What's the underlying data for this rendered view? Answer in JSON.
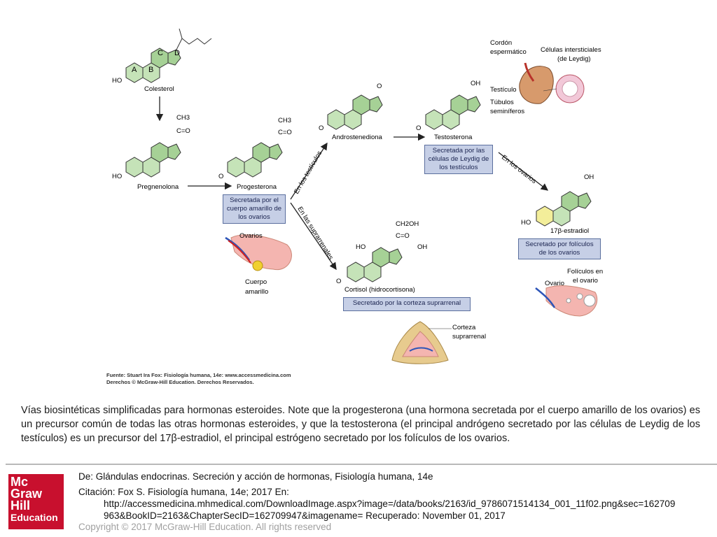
{
  "diagram": {
    "molecules": {
      "colesterol": "Colesterol",
      "pregnenolona": "Pregnenolona",
      "progesterona": "Progesterona",
      "androstenediona": "Androstenediona",
      "testosterona": "Testosterona",
      "estradiol": "17β-estradiol",
      "cortisol": "Cortisol (hidrocortisona)"
    },
    "ring_letters": [
      "A",
      "B",
      "C",
      "D"
    ],
    "atoms": {
      "ho": "HO",
      "oh": "OH",
      "o": "O",
      "ch3": "CH3",
      "c_o": "C=O",
      "ch2oh": "CH2OH"
    },
    "boxes": {
      "progesterona": "Secretada por el cuerpo amarillo de los ovarios",
      "testosterona": "Secretada por las células de Leydig de los testículos",
      "estradiol": "Secretado por folículos de los ovarios",
      "cortisol": "Secretado por la corteza suprarrenal"
    },
    "pathways": {
      "testiculos": "En los testículos",
      "suprarrenales": "En las suprarrenales",
      "ovarios": "En los ovarios"
    },
    "anatomy": {
      "cordon": "Cordón espermático",
      "celulas_intersticiales": "Células intersticiales (de Leydig)",
      "testiculo": "Testículo",
      "tubulos": "Túbulos seminíferos",
      "ovarios": "Ovarios",
      "cuerpo_amarillo": "Cuerpo amarillo",
      "foliculos": "Folículos en el ovario",
      "ovario": "Ovario",
      "corteza": "Corteza suprarrenal"
    },
    "source_line1": "Fuente: Stuart Ira Fox: Fisiología humana, 14e: www.accessmedicina.com",
    "source_line2": "Derechos © McGraw-Hill Education. Derechos Reservados."
  },
  "caption": "Vías biosintéticas simplificadas para hormonas esteroides. Note que la progesterona (una hormona secretada por el cuerpo amarillo de los ovarios) es un precursor común de todas las otras hormonas esteroides, y que la testosterona (el principal andrógeno secretado por las células de Leydig de los testículos) es un precursor del 17β-estradiol, el principal estrógeno secretado por los folículos de los ovarios.",
  "footer": {
    "de": "De: Glándulas endocrinas. Secreción y acción de hormonas, Fisiología humana, 14e",
    "citacion": "Citación: Fox S. Fisiología humana, 14e; 2017 En:",
    "url_line1": "http://accessmedicina.mhmedical.com/DownloadImage.aspx?image=/data/books/2163/id_9786071514134_001_11f02.png&sec=162709",
    "url_line2": "963&BookID=2163&ChapterSecID=162709947&imagename= Recuperado: November 01, 2017",
    "copyright": "Copyright © 2017 McGraw-Hill Education. All rights reserved"
  },
  "logo": {
    "line1": "Mc",
    "line2": "Graw",
    "line3": "Hill",
    "line4": "Education"
  },
  "colors": {
    "ring_fill": "#c5e3b8",
    "ring_fill_dark": "#a6d196",
    "estradiol_ring": "#f3ee9a",
    "box_fill": "#c6cfe6",
    "logo_red": "#c8102e"
  }
}
